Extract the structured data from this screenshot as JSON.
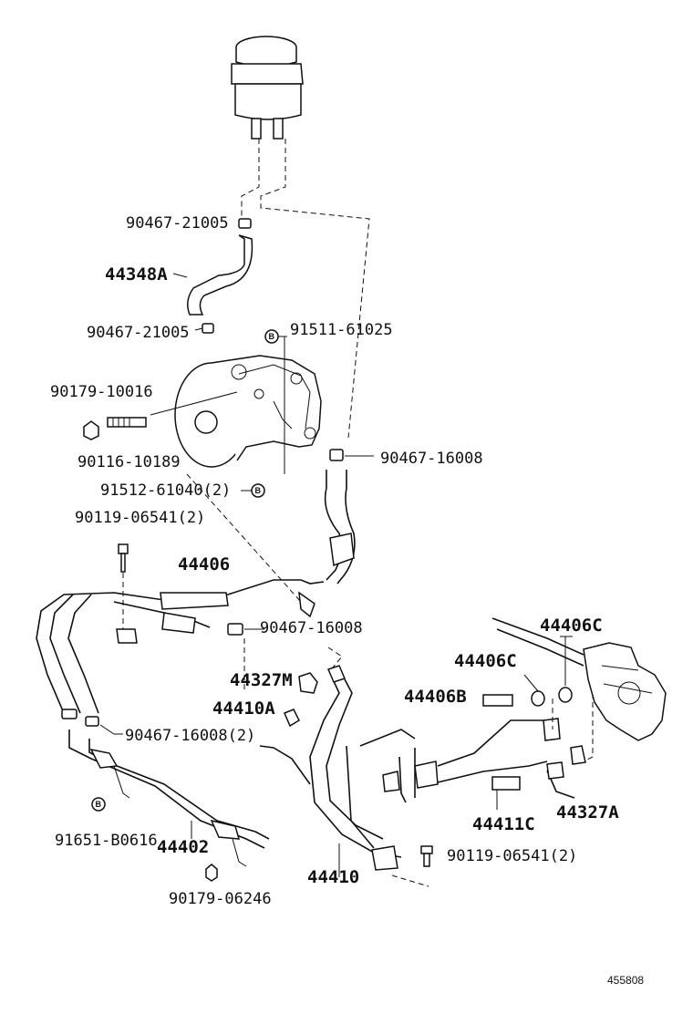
{
  "diagram": {
    "labels": {
      "p_90467_21005_top": "90467-21005",
      "p_44348A": "44348A",
      "p_90467_21005_mid": "90467-21005",
      "p_91511_61025": "91511-61025",
      "p_90179_10016": "90179-10016",
      "p_90116_10189": "90116-10189",
      "p_90467_16008_r": "90467-16008",
      "p_91512_61040": "91512-61040(2)",
      "p_90119_06541_l": "90119-06541(2)",
      "p_44406": "44406",
      "p_90467_16008_c": "90467-16008",
      "p_44406C_r": "44406C",
      "p_44406C_l": "44406C",
      "p_44327M": "44327M",
      "p_44410A": "44410A",
      "p_44406B": "44406B",
      "p_90467_16008_2": "90467-16008(2)",
      "p_44411C": "44411C",
      "p_44327A": "44327A",
      "p_91651_B0616": "91651-B0616",
      "p_44402": "44402",
      "p_90119_06541_r": "90119-06541(2)",
      "p_44410": "44410",
      "p_90179_06246": "90179-06246"
    },
    "marker": "B",
    "ref_number": "455808"
  }
}
